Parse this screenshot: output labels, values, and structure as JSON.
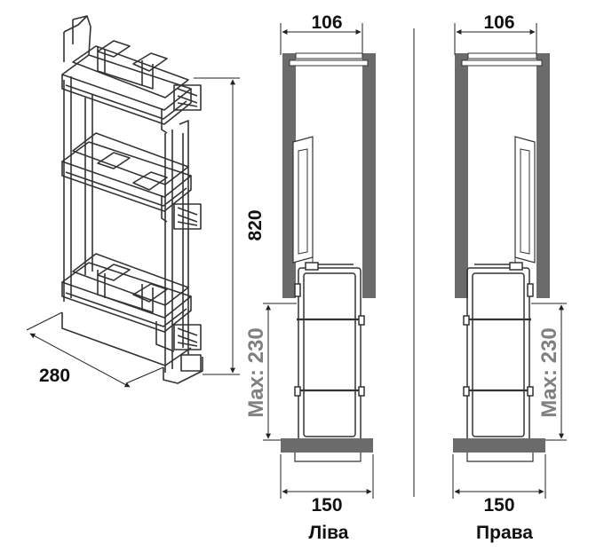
{
  "dimensions": {
    "depth": "280",
    "height": "820",
    "inner_width": "106",
    "cabinet_width": "150",
    "max_extension": "Max: 230"
  },
  "labels": {
    "left": "Ліва",
    "right": "Права"
  },
  "colors": {
    "wall": "#6b6b6b",
    "wire": "#333333",
    "dim_line": "#222222",
    "dim_gray_text": "#808080"
  }
}
